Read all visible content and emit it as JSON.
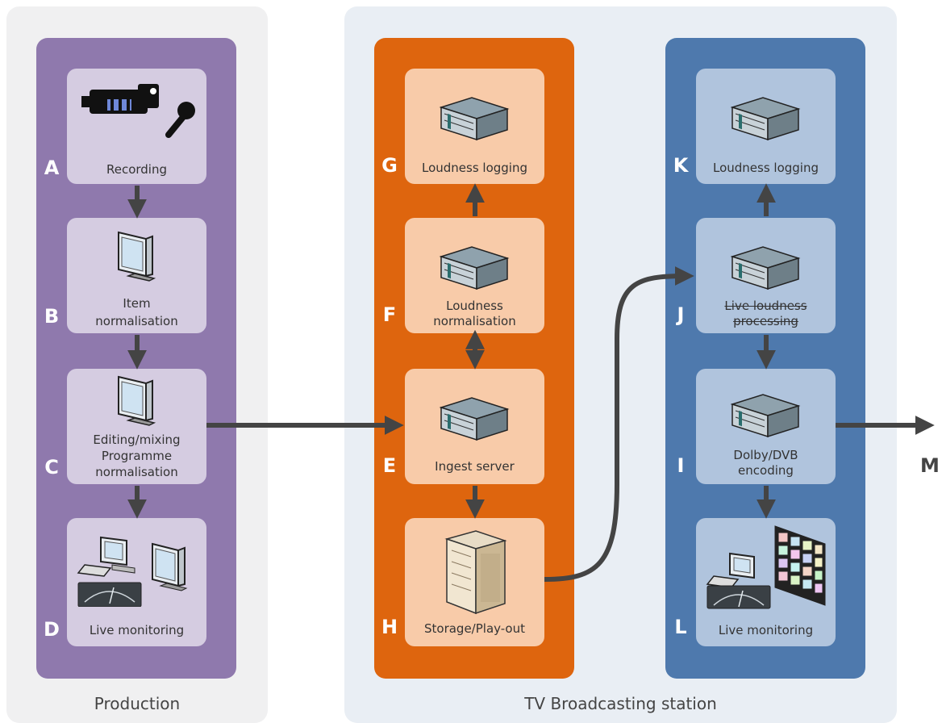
{
  "groups": {
    "production": {
      "caption": "Production"
    },
    "station": {
      "caption": "TV Broadcasting station"
    }
  },
  "colors": {
    "production_bg": "#f0f0f1",
    "station_bg": "#e9eef4",
    "production_lane": "#8f79ad",
    "production_card": "#d5cce1",
    "ingest_lane": "#de650e",
    "ingest_card": "#f8cba9",
    "transmission_lane": "#4e79ad",
    "transmission_card": "#b0c4dd",
    "arrow": "#444444"
  },
  "production": {
    "A": {
      "letter": "A",
      "label": "Recording",
      "icon": "camera-microphone-icon"
    },
    "B": {
      "letter": "B",
      "label_line1": "Item",
      "label_line2": "normalisation",
      "icon": "monitor-icon"
    },
    "C": {
      "letter": "C",
      "label_line1": "Editing/mixing",
      "label_line2": "Programme",
      "label_line3": "normalisation",
      "icon": "monitor-icon"
    },
    "D": {
      "letter": "D",
      "label": "Live monitoring",
      "icon": "monitoring-icon"
    }
  },
  "ingest": {
    "G": {
      "letter": "G",
      "label": "Loudness logging",
      "icon": "server-icon"
    },
    "F": {
      "letter": "F",
      "label_line1": "Loudness",
      "label_line2": "normalisation",
      "icon": "server-icon"
    },
    "E": {
      "letter": "E",
      "label": "Ingest server",
      "icon": "server-icon"
    },
    "H": {
      "letter": "H",
      "label": "Storage/Play-out",
      "icon": "storage-rack-icon"
    }
  },
  "transmission": {
    "K": {
      "letter": "K",
      "label": "Loudness logging",
      "icon": "server-icon"
    },
    "J": {
      "letter": "J",
      "label_line1": "Live loudness",
      "label_line2": "processing",
      "icon": "server-icon"
    },
    "I": {
      "letter": "I",
      "label_line1": "Dolby/DVB",
      "label_line2": "encoding",
      "icon": "server-icon"
    },
    "L": {
      "letter": "L",
      "label": "Live monitoring",
      "icon": "video-wall-monitoring-icon"
    }
  },
  "output": {
    "letter": "M"
  }
}
